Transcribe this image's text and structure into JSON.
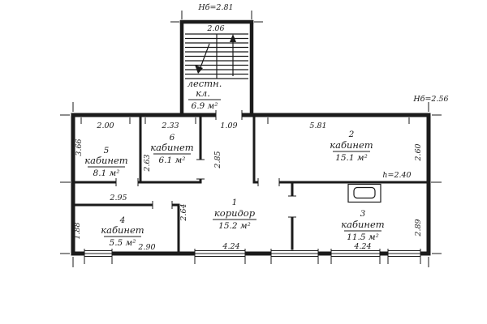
{
  "plan": {
    "stairwell": {
      "height_label": "Hб=2.81",
      "width_dim": "2.06",
      "name_line1": "лестн.",
      "name_line2": "кл.",
      "area": "6.9 м²"
    },
    "right_height_label": "Hб=2.56",
    "ceiling_height_label": "h=2.40",
    "rooms": {
      "r1": {
        "num": "1",
        "name": "коридор",
        "area": "15.2 м²"
      },
      "r2": {
        "num": "2",
        "name": "кабинет",
        "area": "15.1 м²"
      },
      "r3": {
        "num": "3",
        "name": "кабинет",
        "area": "11.5 м²"
      },
      "r4": {
        "num": "4",
        "name": "кабинет",
        "area": "5.5 м²"
      },
      "r5": {
        "num": "5",
        "name": "кабинет",
        "area": "8.1 м²"
      },
      "r6": {
        "num": "6",
        "name": "кабинет",
        "area": "6.1 м²"
      }
    },
    "dims": {
      "top_room5": "2.00",
      "top_room6": "2.33",
      "entry_door": "1.09",
      "top_room2": "5.81",
      "left_room5": "3.66",
      "room6_depth": "2.63",
      "vestibule_depth": "2.85",
      "room2_depth": "2.60",
      "room4_top": "2.95",
      "room4_right": "2.64",
      "left_room4": "1.88",
      "room4_bottom": "2.90",
      "corridor_bottom": "4.24",
      "room3_bottom": "4.24",
      "room3_right": "2.89"
    },
    "colors": {
      "line": "#1b1b1b",
      "background": "#ffffff"
    }
  }
}
